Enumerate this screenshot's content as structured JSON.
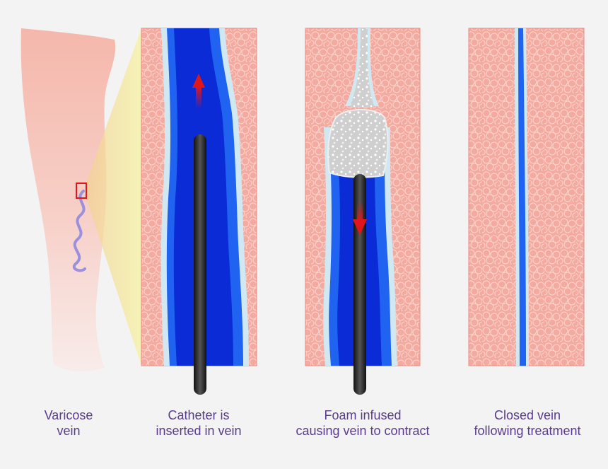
{
  "colors": {
    "background": "#f3f3f3",
    "skin": "#f6c3b8",
    "tissue": "#f3aaa0",
    "vein_blue": "#0a2bd6",
    "vein_wall": "#cfe8f2",
    "catheter": "#222222",
    "arrow_red": "#e0161b",
    "foam": "#d9d9d9",
    "caption_text": "#5b3b8c"
  },
  "captions": [
    {
      "line1": "Varicose",
      "line2": "vein"
    },
    {
      "line1": "Catheter is",
      "line2": "inserted in vein"
    },
    {
      "line1": "Foam infused",
      "line2": "causing vein to contract"
    },
    {
      "line1": "Closed vein",
      "line2": "following treatment"
    }
  ]
}
